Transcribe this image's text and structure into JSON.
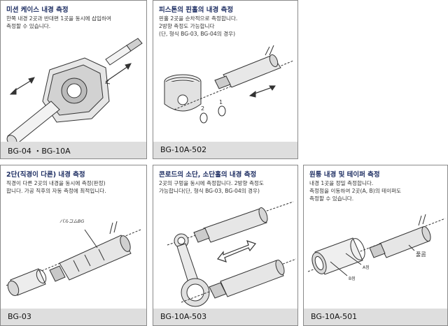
{
  "panels": [
    {
      "title": "미션 케이스 내경 측정",
      "desc": [
        "한쪽 내경 2곳과 반대편 1곳을 동시에 삽입하여",
        "측정할 수 있습니다."
      ],
      "model": "BG-04 ・BG-10A"
    },
    {
      "title": "피스톤의 핀홀의 내경 측정",
      "desc": [
        "핀홀 2곳을 순차적으로 측정합니다.",
        "2방향 측정도 가능합니다",
        "(단, 형식 BG-03, BG-04의 경우)"
      ],
      "model": "BG-10A-502",
      "labels": {
        "hole2": "2",
        "hole1": "1"
      }
    },
    {
      "title": "2단(직경이 다른) 내경 측정",
      "desc": [
        "직경이 다른 2곳의 내경을 동시에 측정(판정)",
        "합니다. 가공 직후의 자동 측정에 최적입니다."
      ],
      "model": "BG-03",
      "labels": {
        "gauge": "パルコムBG"
      }
    },
    {
      "title": "콘로드의 소단, 소단홀의 내경 측정",
      "desc": [
        "2곳의 구멍을 동시에 측정합니다. 2방향 측정도",
        "가능합니다(단, 형식 BG-03, BG-04의 경우)"
      ],
      "model": "BG-10A-503"
    },
    {
      "title": "원통 내경 및 테이퍼 측정",
      "desc": [
        "내경 1곳을 정밀 측정합니다.",
        "측정점을 이동하여 2곳(A, B)의 테이퍼도",
        "측정할 수 있습니다."
      ],
      "model": "BG-10A-501",
      "labels": {
        "groove": "풀콤",
        "pointA": "A점",
        "pointB": "B점"
      }
    }
  ]
}
